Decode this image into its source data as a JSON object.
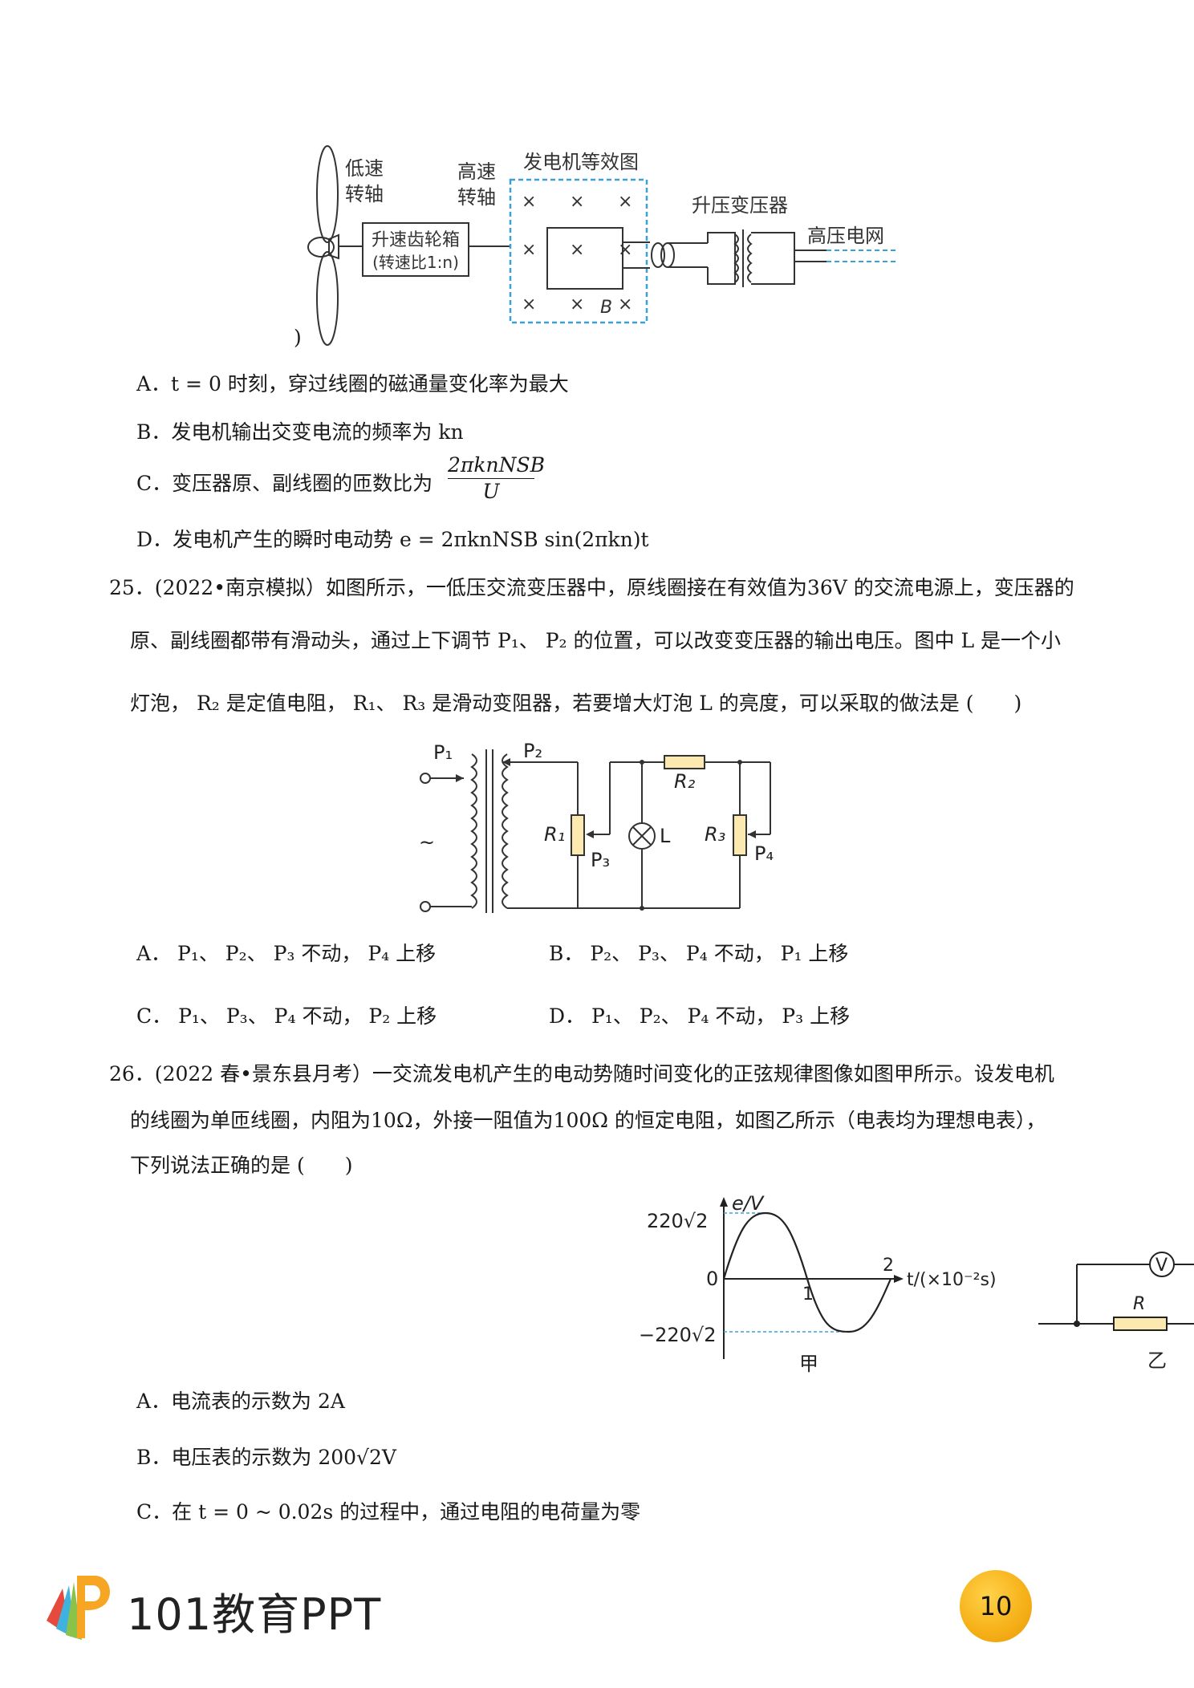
{
  "fig1": {
    "low_speed_1": "低速",
    "low_speed_2": "转轴",
    "high_speed_1": "高速",
    "high_speed_2": "转轴",
    "gearbox_1": "升速齿轮箱",
    "gearbox_2": "(转速比1:n)",
    "generator_title": "发电机等效图",
    "transformer_title": "升压变压器",
    "grid_label": "高压电网",
    "cross": "×",
    "field_label": "B"
  },
  "q24_tail": ")",
  "q24": {
    "A": "A．t = 0 时刻，穿过线圈的磁通量变化率为最大",
    "B": "B．发电机输出交变电流的频率为 kn",
    "C_pre": "C．变压器原、副线圈的匝数比为",
    "C_num": "2πknNSB",
    "C_den": "U",
    "D": "D．发电机产生的瞬时电动势 e = 2πknNSB sin(2πkn)t"
  },
  "q25": {
    "line1": "25．(2022•南京模拟）如图所示，一低压交流变压器中，原线圈接在有效值为36V 的交流电源上，变压器的",
    "line2": "原、副线圈都带有滑动头，通过上下调节 P₁、 P₂ 的位置，可以改变变压器的输出电压。图中 L 是一个小",
    "line3": "灯泡， R₂ 是定值电阻， R₁、 R₃ 是滑动变阻器，若要增大灯泡 L 的亮度，可以采取的做法是 (　　)",
    "A": "A． P₁、 P₂、 P₃ 不动， P₄ 上移",
    "B": "B． P₂、 P₃、 P₄ 不动， P₁ 上移",
    "C": "C． P₁、 P₃、 P₄ 不动， P₂ 上移",
    "D": "D． P₁、 P₂、 P₄ 不动， P₃ 上移"
  },
  "fig2": {
    "P1": "P₁",
    "P2": "P₂",
    "P3": "P₃",
    "P4": "P₄",
    "R1": "R₁",
    "R2": "R₂",
    "R3": "R₃",
    "L": "L",
    "ac": "~"
  },
  "q26": {
    "line1": "26．(2022 春•景东县月考）一交流发电机产生的电动势随时间变化的正弦规律图像如图甲所示。设发电机",
    "line2": "的线圈为单匝线圈，内阻为10Ω，外接一阻值为100Ω 的恒定电阻，如图乙所示（电表均为理想电表），",
    "line3": "下列说法正确的是 (　　)",
    "A": "A．电流表的示数为 2A",
    "B": "B．电压表的示数为 200√2V",
    "C": "C．在 t = 0 ~ 0.02s 的过程中，通过电阻的电荷量为零"
  },
  "fig3": {
    "ylabel": "e/V",
    "y_top": "220√2",
    "y_zero": "0",
    "y_bottom": "−220√2",
    "x_tick1": "1",
    "x_tick2": "2",
    "xlabel": "t/(×10⁻²s)",
    "caption": "甲"
  },
  "fig4": {
    "meter": "V",
    "resistor": "R",
    "caption": "乙"
  },
  "footer": {
    "logo_text": "101教育PPT",
    "page_number": "10"
  }
}
